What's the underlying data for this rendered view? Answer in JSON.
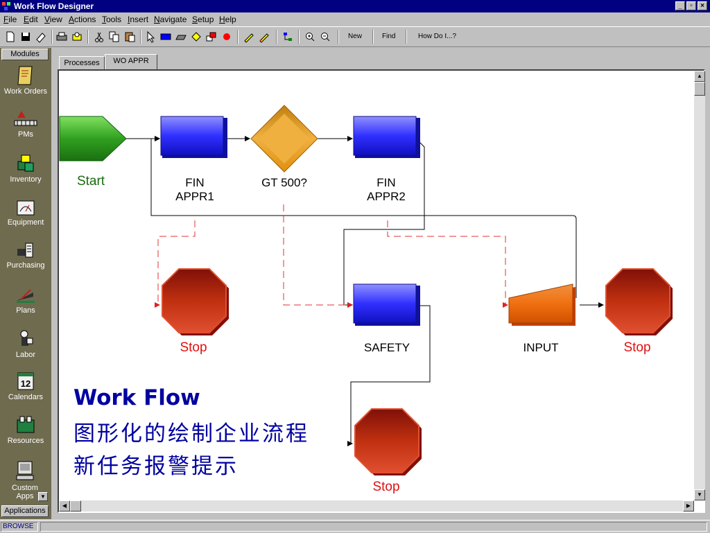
{
  "window": {
    "title": "Work Flow Designer",
    "controls": [
      "minimize-icon",
      "restore-icon",
      "close-icon"
    ]
  },
  "menu": [
    "File",
    "Edit",
    "View",
    "Actions",
    "Tools",
    "Insert",
    "Navigate",
    "Setup",
    "Help"
  ],
  "toolbar": {
    "icons": [
      "new-icon",
      "save-icon",
      "erase-icon",
      "print-icon",
      "print-preview-icon",
      "cut-icon",
      "copy-icon",
      "paste-icon",
      "pointer-icon",
      "rectangle-icon",
      "parallelogram-icon",
      "diamond-icon",
      "shapes-icon",
      "stop-icon",
      "pencil-icon",
      "pencil2-icon",
      "align-icon",
      "zoom-in-icon",
      "zoom-out-icon"
    ],
    "new_label": "New",
    "find_label": "Find",
    "howdoi_label": "How Do I...?"
  },
  "modules": {
    "header": "Modules",
    "footer": "Applications",
    "items": [
      {
        "label": "Work Orders",
        "icon": "work-orders-icon"
      },
      {
        "label": "PMs",
        "icon": "pms-icon"
      },
      {
        "label": "Inventory",
        "icon": "inventory-icon"
      },
      {
        "label": "Equipment",
        "icon": "equipment-icon"
      },
      {
        "label": "Purchasing",
        "icon": "purchasing-icon"
      },
      {
        "label": "Plans",
        "icon": "plans-icon"
      },
      {
        "label": "Labor",
        "icon": "labor-icon"
      },
      {
        "label": "Calendars",
        "icon": "calendars-icon",
        "icon_text": "12"
      },
      {
        "label": "Resources",
        "icon": "resources-icon"
      },
      {
        "label": "Custom Apps",
        "icon": "custom-apps-icon"
      }
    ]
  },
  "tabs": [
    {
      "label": "Processes",
      "active": false
    },
    {
      "label": "WO APPR",
      "active": true
    }
  ],
  "diagram": {
    "nodes": {
      "start": {
        "label": "Start",
        "color": "#2a8a1a"
      },
      "fin1": {
        "label_line1": "FIN",
        "label_line2": "APPR1"
      },
      "gt500": {
        "label": "GT 500?"
      },
      "fin2": {
        "label_line1": "FIN",
        "label_line2": "APPR2"
      },
      "safety": {
        "label": "SAFETY"
      },
      "input": {
        "label": "INPUT"
      },
      "stop1": {
        "label": "Stop"
      },
      "stop2": {
        "label": "Stop"
      },
      "stop3": {
        "label": "Stop"
      }
    },
    "colors": {
      "process": "#3030ff",
      "decision": "#e0a020",
      "stop": "#c03010",
      "input": "#f08020",
      "reject_line": "#e03030",
      "stop_label": "#e01010"
    }
  },
  "overlay": {
    "line1": "Work Flow",
    "line2": "图形化的绘制企业流程",
    "line3": "新任务报警提示"
  },
  "status": {
    "mode": "BROWSE"
  }
}
